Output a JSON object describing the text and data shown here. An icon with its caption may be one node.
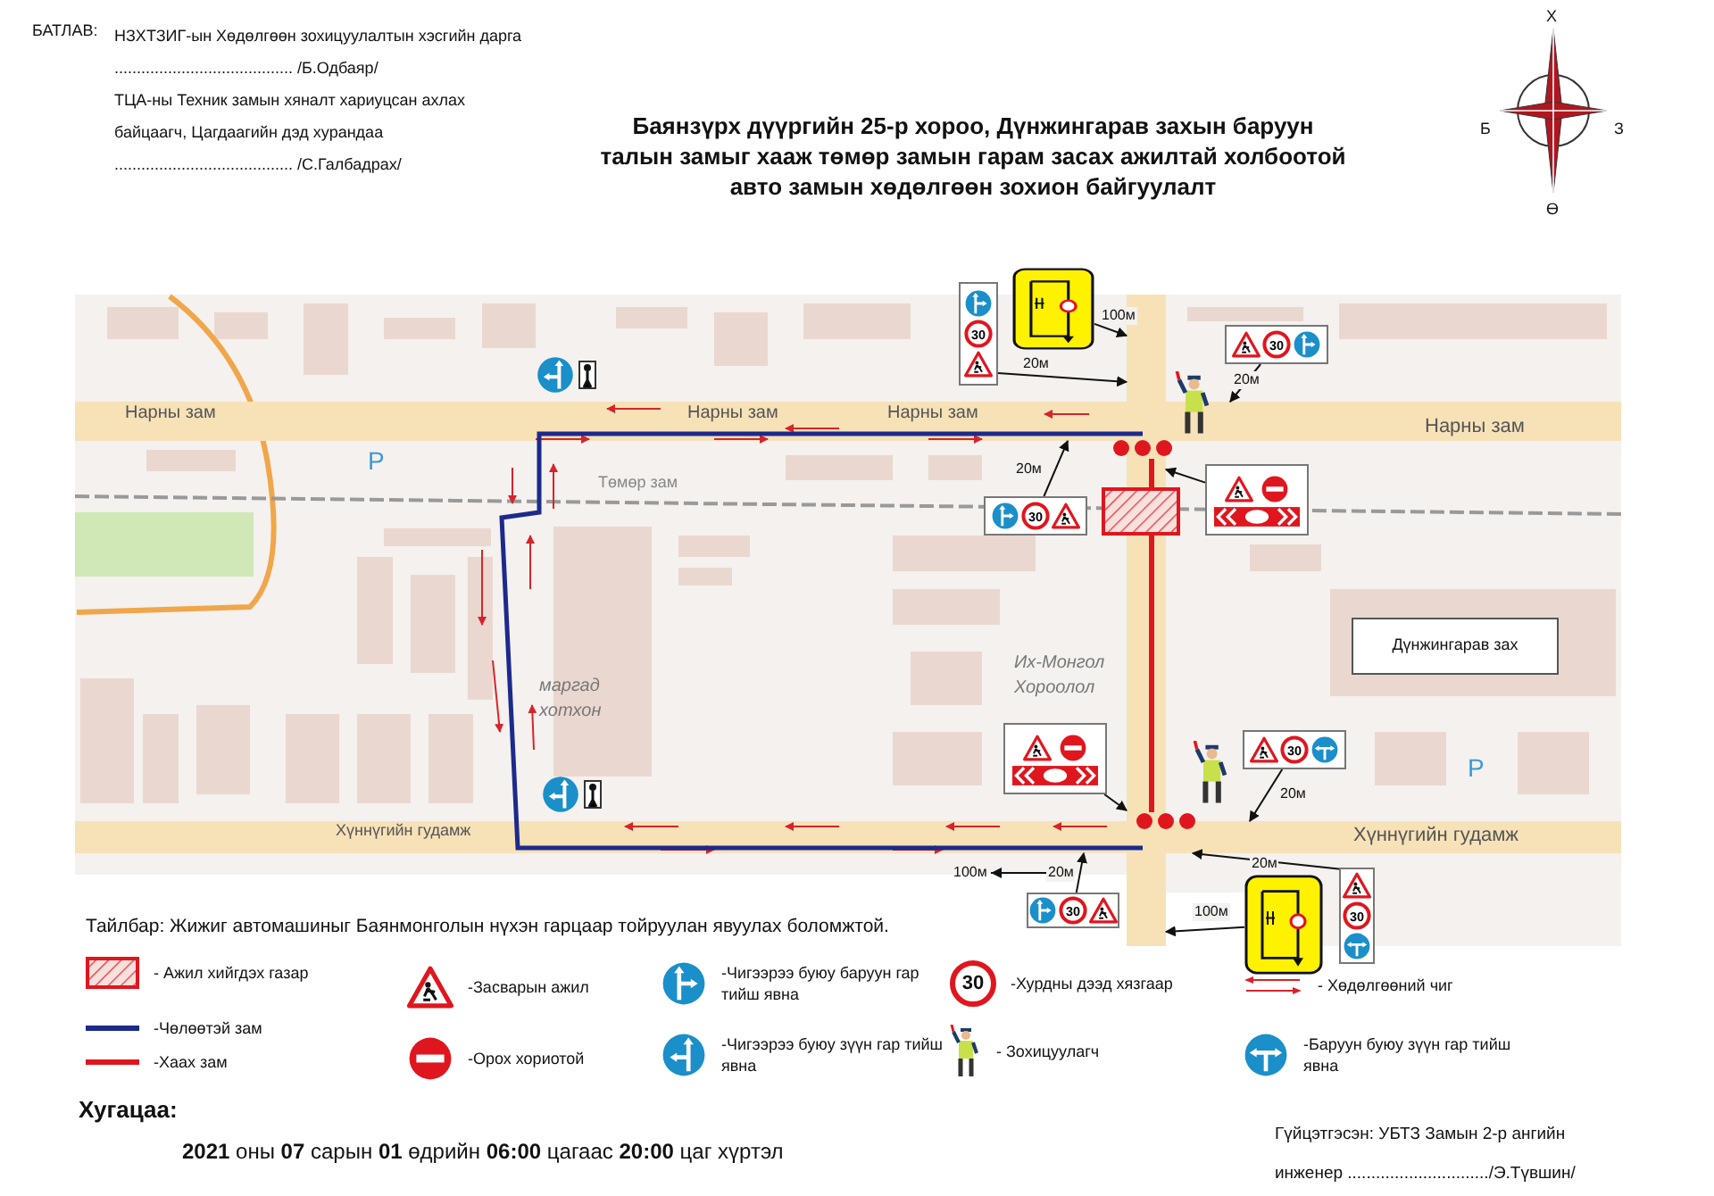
{
  "diagram": {
    "title": "Баянзүрх дүүргийн 25-р хороо, Дүнжингарав захын баруун талын замыг хааж төмөр замын гарам засах ажилтай холбоотой авто замын хөдөлгөөн зохион байгуулалт",
    "nodes": [
      {
        "text": [
          "30"
        ]
      },
      {
        "text": [],
        "shape": "picture"
      },
      {
        "text": [
          "30"
        ]
      },
      {
        "text": [
          "30"
        ]
      },
      {
        "text": [],
        "shape": "box"
      },
      {
        "text": [],
        "shape": "picture"
      },
      {
        "text": [],
        "shape": "picture"
      },
      {
        "text": [
          "30"
        ]
      },
      {
        "text": [
          "Дүнжингарав зах"
        ]
      },
      {
        "text": [
          "30"
        ]
      },
      {
        "text": [],
        "shape": "picture"
      },
      {
        "text": [
          "30"
        ]
      },
      {
        "text": [
          "Нарны зам",
          "Нарны зам",
          "Нарны зам",
          "Нарны зам"
        ]
      },
      {
        "text": [],
        "shape": "bar"
      },
      {
        "text": [
          "Хүннүгийн гудамж",
          "Хүннүгийн гудамж"
        ]
      }
    ],
    "edges": [
      {
        "from": 0,
        "to": 13,
        "arrow": "to",
        "label": "20м"
      },
      {
        "from": 1,
        "to": 13,
        "arrow": "to",
        "label": "100м"
      },
      {
        "from": 2,
        "to": 12,
        "arrow": "to",
        "label": "20м"
      },
      {
        "from": 3,
        "to": 12,
        "arrow": "to",
        "label": "20м"
      },
      {
        "from": 5,
        "to": 13,
        "arrow": "to"
      },
      {
        "from": 6,
        "to": 13,
        "arrow": "to"
      },
      {
        "from": 7,
        "to": 14,
        "arrow": "to",
        "label": "20м"
      },
      {
        "from": 9,
        "to": 14,
        "arrow": "to",
        "label": "20м"
      },
      {
        "from": 10,
        "to": 13,
        "arrow": "to",
        "label": "100м"
      },
      {
        "from": 11,
        "to": 14,
        "arrow": "to",
        "label": "20м"
      }
    ],
    "labels": [
      "БАТЛАВ:",
      "НЗХТЗИГ-ын Хөдөлгөөн зохицуулалтын хэсгийн дарга ........................................ /Б.Одбаяр/",
      "ТЦА-ны Техник замын хяналт хариуцсан ахлах байцаагч, Цагдаагийн дэд хурандаа ........................................ /С.Галбадрах/",
      "Х",
      "Б",
      "З",
      "Ө",
      "Төмөр зам",
      "маргад хотхон",
      "Их-Монгол Хороолол",
      "P",
      "P",
      "100м",
      "Тайлбар: Жижиг автомашиныг Баянмонголын нүхэн гарцаар тойруулан явуулах боломжтой.",
      "30",
      "Хугацаа:",
      "**2021** оны **07** сарын **01** өдрийн **06:00** цагаас  **20:00** цаг хүртэл",
      "Гүйцэтгэсэн: УБТЗ Замын 2-р ангийн инженер ............................../Э.Түвшин/"
    ],
    "legend": [
      {
        "text": "- Ажил хийгдэх газар"
      },
      {
        "text": "-Чөлөөтэй зам"
      },
      {
        "text": "-Хаах зам"
      },
      {
        "text": "-Засварын ажил"
      },
      {
        "text": "-Орох хориотой"
      },
      {
        "text": "-Чигээрээ буюу баруун гар тийш явна"
      },
      {
        "text": "-Чигээрээ буюу зүүн гар тийш явна"
      },
      {
        "text": "-Хурдны дээд хязгаар"
      },
      {
        "text": "- Зохицуулагч"
      },
      {
        "text": "- Хөдөлгөөний чиг"
      },
      {
        "text": "-Баруун буюу зүүн гар тийш явна"
      }
    ]
  }
}
